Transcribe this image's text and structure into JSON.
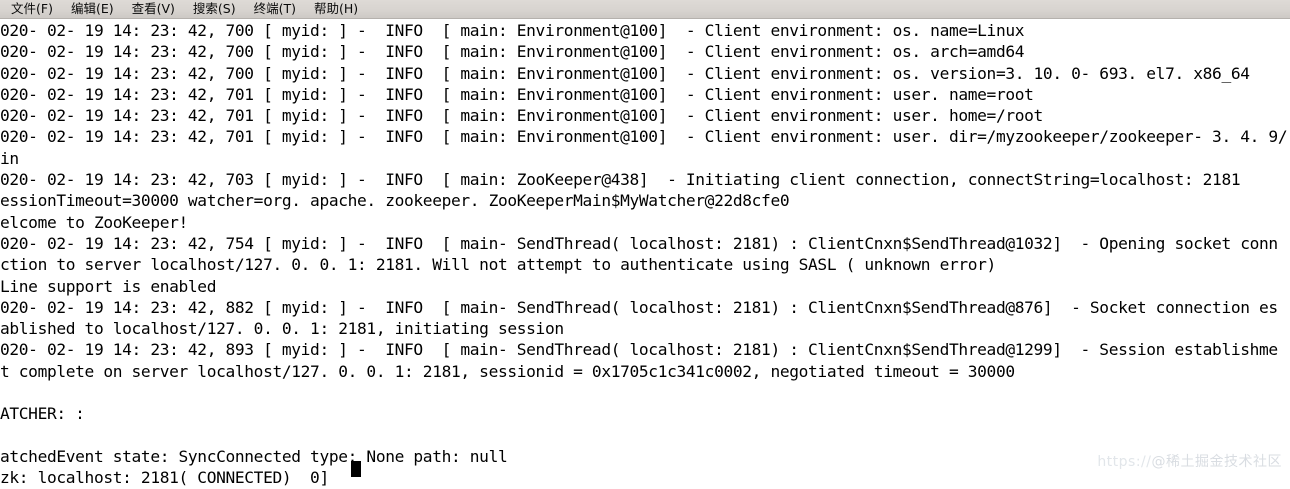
{
  "menubar": {
    "items": [
      {
        "label": "文件(F)",
        "name": "menu-file"
      },
      {
        "label": "编辑(E)",
        "name": "menu-edit"
      },
      {
        "label": "查看(V)",
        "name": "menu-view"
      },
      {
        "label": "搜索(S)",
        "name": "menu-search"
      },
      {
        "label": "终端(T)",
        "name": "menu-terminal"
      },
      {
        "label": "帮助(H)",
        "name": "menu-help"
      }
    ]
  },
  "terminal": {
    "lines": [
      "020- 02- 19 14: 23: 42, 700 [ myid: ] -  INFO  [ main: Environment@100]  - Client environment: os. name=Linux",
      "020- 02- 19 14: 23: 42, 700 [ myid: ] -  INFO  [ main: Environment@100]  - Client environment: os. arch=amd64",
      "020- 02- 19 14: 23: 42, 700 [ myid: ] -  INFO  [ main: Environment@100]  - Client environment: os. version=3. 10. 0- 693. el7. x86_64",
      "020- 02- 19 14: 23: 42, 701 [ myid: ] -  INFO  [ main: Environment@100]  - Client environment: user. name=root",
      "020- 02- 19 14: 23: 42, 701 [ myid: ] -  INFO  [ main: Environment@100]  - Client environment: user. home=/root",
      "020- 02- 19 14: 23: 42, 701 [ myid: ] -  INFO  [ main: Environment@100]  - Client environment: user. dir=/myzookeeper/zookeeper- 3. 4. 9/",
      "in",
      "020- 02- 19 14: 23: 42, 703 [ myid: ] -  INFO  [ main: ZooKeeper@438]  - Initiating client connection, connectString=localhost: 2181",
      "essionTimeout=30000 watcher=org. apache. zookeeper. ZooKeeperMain$MyWatcher@22d8cfe0",
      "elcome to ZooKeeper!",
      "020- 02- 19 14: 23: 42, 754 [ myid: ] -  INFO  [ main- SendThread( localhost: 2181) : ClientCnxn$SendThread@1032]  - Opening socket conn",
      "ction to server localhost/127. 0. 0. 1: 2181. Will not attempt to authenticate using SASL ( unknown error)",
      "Line support is enabled",
      "020- 02- 19 14: 23: 42, 882 [ myid: ] -  INFO  [ main- SendThread( localhost: 2181) : ClientCnxn$SendThread@876]  - Socket connection es",
      "ablished to localhost/127. 0. 0. 1: 2181, initiating session",
      "020- 02- 19 14: 23: 42, 893 [ myid: ] -  INFO  [ main- SendThread( localhost: 2181) : ClientCnxn$SendThread@1299]  - Session establishme",
      "t complete on server localhost/127. 0. 0. 1: 2181, sessionid = 0x1705c1c341c0002, negotiated timeout = 30000",
      "",
      "ATCHER: :",
      "",
      "atchedEvent state: SyncConnected type: None path: null",
      "zk: localhost: 2181( CONNECTED)  0]"
    ]
  },
  "watermark": {
    "url_text": "https://",
    "handle_text": "@稀土掘金技术社区"
  },
  "cursor": {
    "shape": "block",
    "visible": "true"
  }
}
